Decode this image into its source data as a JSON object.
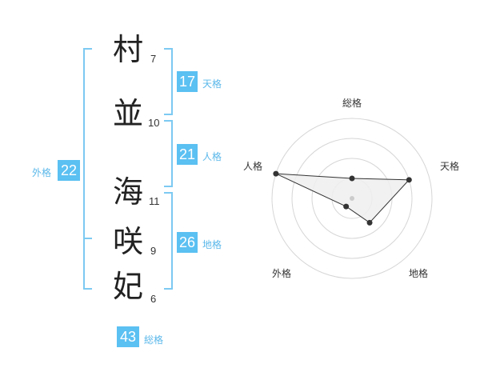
{
  "name": {
    "characters": [
      {
        "char": "村",
        "strokes": "7"
      },
      {
        "char": "並",
        "strokes": "10"
      },
      {
        "char": "海",
        "strokes": "11"
      },
      {
        "char": "咲",
        "strokes": "9"
      },
      {
        "char": "妃",
        "strokes": "6"
      }
    ]
  },
  "fortunes": {
    "tenkaku": {
      "value": "17",
      "label": "天格"
    },
    "jinkaku": {
      "value": "21",
      "label": "人格"
    },
    "chikaku": {
      "value": "26",
      "label": "地格"
    },
    "gaikaku": {
      "value": "22",
      "label": "外格"
    },
    "soukaku": {
      "value": "43",
      "label": "総格"
    }
  },
  "radar": {
    "axes": [
      "総格",
      "天格",
      "地格",
      "外格",
      "人格"
    ],
    "levels": 4,
    "max": 4,
    "values": [
      1,
      3,
      1.5,
      0.5,
      4
    ],
    "fill": "#efefef",
    "stroke": "#333333",
    "grid": "#d6d6d6"
  }
}
